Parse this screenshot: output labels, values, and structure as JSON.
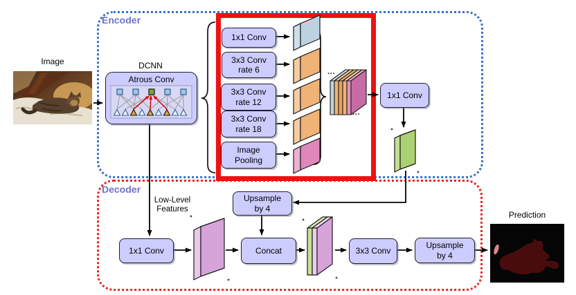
{
  "figure": {
    "input_label": "Image",
    "prediction_label": "Prediction",
    "ellipsis": "···",
    "encoder": {
      "label": "Encoder",
      "dcnn_label": "DCNN",
      "atrous_conv_label": "Atrous Conv",
      "aspp_branches": [
        "1x1 Conv",
        "3x3 Conv\nrate 6",
        "3x3 Conv\nrate 12",
        "3x3 Conv\nrate 18",
        "Image\nPooling"
      ],
      "output_conv_label": "1x1 Conv"
    },
    "decoder": {
      "label": "Decoder",
      "low_level_features_label": "Low-Level\nFeatures",
      "conv1x1_label": "1x1 Conv",
      "upsample1_label": "Upsample\nby 4",
      "concat_label": "Concat",
      "conv3x3_label": "3x3 Conv",
      "upsample2_label": "Upsample\nby 4"
    },
    "colors": {
      "label-color": "#7070d0",
      "box-fill": "#ccccff",
      "box-border": "#1c1c30",
      "encoder-border": "#3a6fc4",
      "decoder-border": "#ee2222",
      "aspp-frame": "#ee1111",
      "slab-blue": "#bdd2e0",
      "slab-orange": "#f0b377",
      "slab-pink": "#e087ba",
      "slab-green": "#abd171",
      "slab-purple": "#d7a4da",
      "concat-front": "#c76da5"
    }
  }
}
